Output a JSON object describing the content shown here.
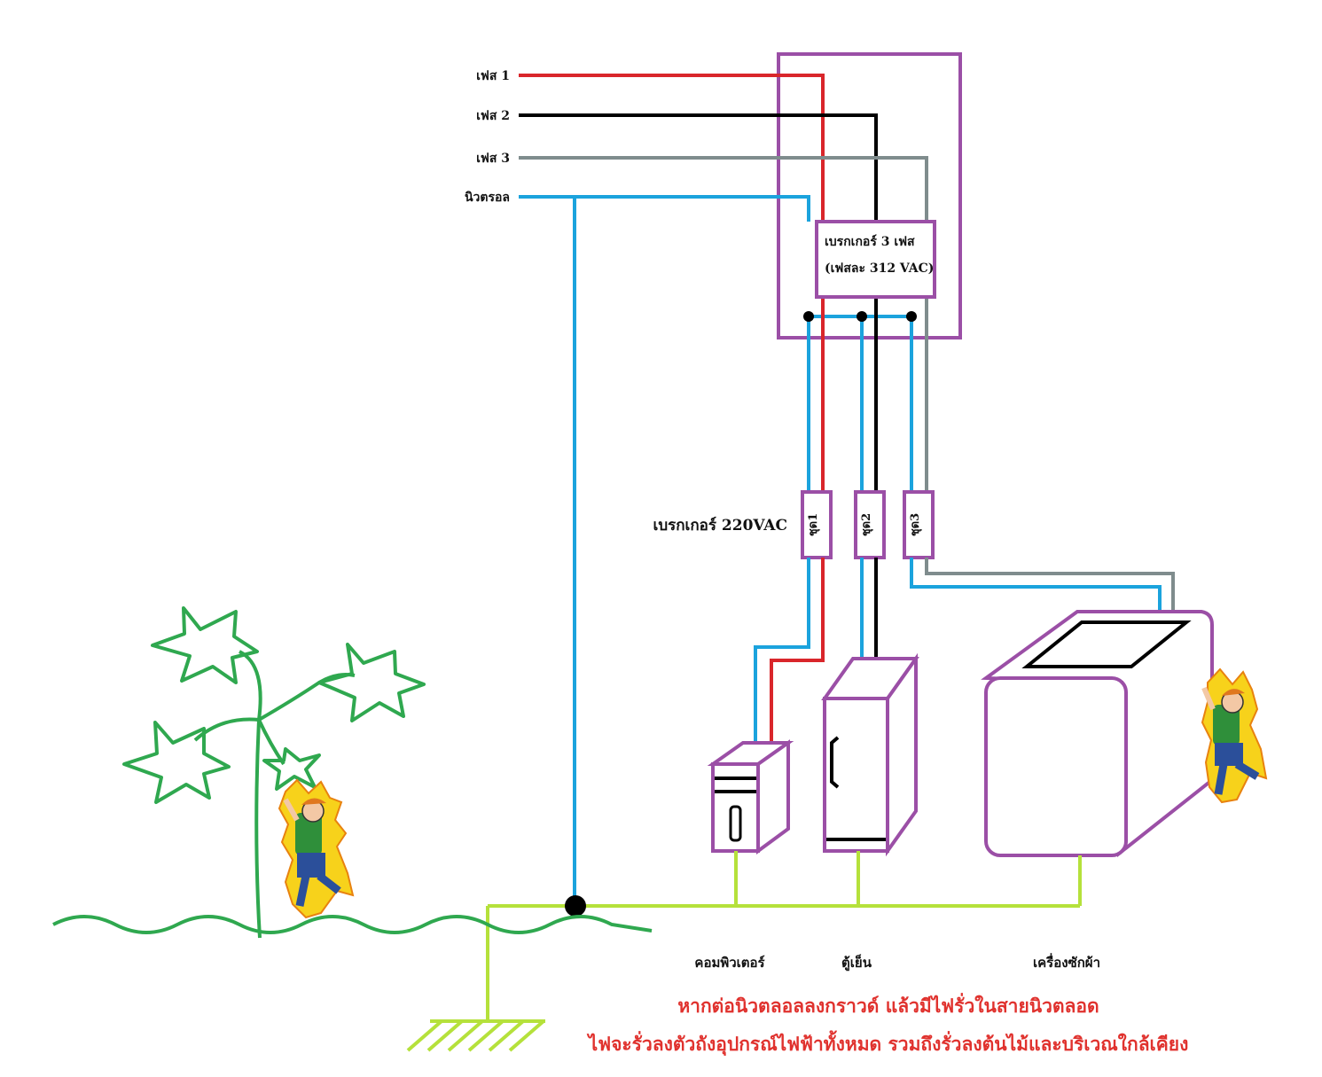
{
  "wires": {
    "phase1": "เฟส 1",
    "phase2": "เฟส 2",
    "phase3": "เฟส 3",
    "neutral": "นิวตรอล"
  },
  "main_breaker": {
    "line1": "เบรกเกอร์ 3 เฟส",
    "line2": "(เฟสละ 312 VAC)"
  },
  "sub_breakers": {
    "label": "เบรกเกอร์ 220VAC",
    "set1": "ชุด1",
    "set2": "ชุด2",
    "set3": "ชุด3"
  },
  "appliances": {
    "computer": "คอมพิวเตอร์",
    "fridge": "ตู้เย็น",
    "washer": "เครื่องซักผ้า"
  },
  "warning": {
    "line1": "หากต่อนิวตลอลลงกราวด์ แล้วมีไฟรั่วในสายนิวตลอด",
    "line2": "ไฟจะรั่วลงตัวถังอุปกรณ์ไฟฟ้าทั้งหมด รวมถึงรั่วลงต้นไม้และบริเวณใกล้เคียง"
  },
  "colors": {
    "phase1": "#d9262b",
    "phase2": "#000000",
    "phase3": "#7f8c8d",
    "neutral": "#1ba3dd",
    "ground": "#b5e13b",
    "enclosure": "#9b4fa6",
    "tree": "#2fa84f",
    "warning": "#e0322e"
  }
}
